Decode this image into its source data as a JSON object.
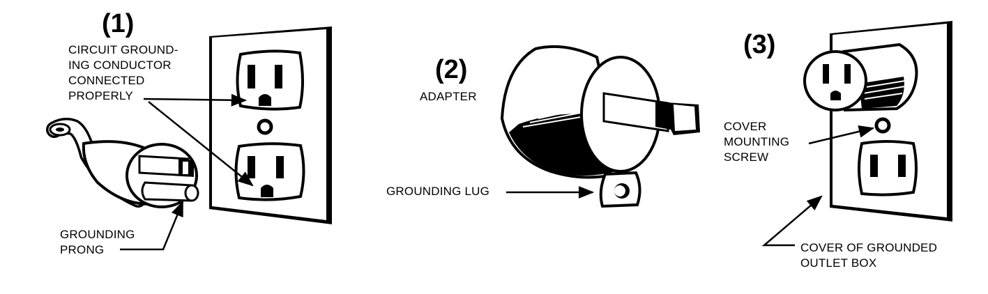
{
  "figure1": {
    "number": "(1)",
    "conductor_label": "CIRCUIT GROUND-\nING CONDUCTOR\nCONNECTED\nPROPERLY",
    "prong_label": "GROUNDING\nPRONG"
  },
  "figure2": {
    "number": "(2)",
    "adapter_label": "ADAPTER",
    "lug_label": "GROUNDING LUG"
  },
  "figure3": {
    "number": "(3)",
    "screw_label": "COVER\nMOUNTING\nSCREW",
    "box_label": "COVER OF GROUNDED\nOUTLET BOX"
  }
}
